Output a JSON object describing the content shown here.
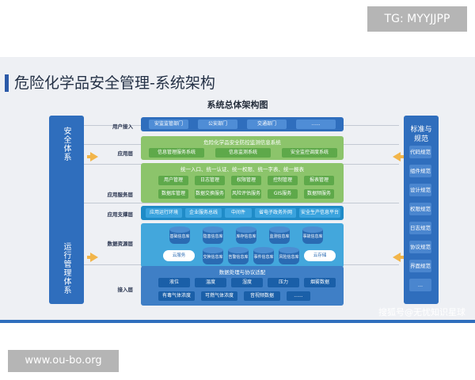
{
  "tg_badge": "TG: MYYJJPP",
  "url_badge": "www.ou-bo.org",
  "slide": {
    "title": "危险化学品安全管理-系统架构",
    "diagram_title": "系统总体架构图",
    "watermark": "搜狐号@无忧知识星球"
  },
  "left_panel": {
    "top_label": "安全体系",
    "bottom_label": "运行管理体系"
  },
  "right_panel": {
    "title": "标准与\n规范",
    "items": [
      "代码规范",
      "组件规范",
      "设计规范",
      "权限规范",
      "日志规范",
      "协议规范",
      "界面规范",
      "..."
    ]
  },
  "row_labels": {
    "user_access": "用户接入",
    "app_layer": "应用层",
    "app_service_layer": "应用服务层",
    "app_support_layer": "应用支撑层",
    "data_resource_layer": "数据资源层",
    "access_layer": "接入层"
  },
  "user_access_boxes": [
    "安监监管部门",
    "公安部门",
    "交通部门",
    "......"
  ],
  "app_layer": {
    "header": "危险化学品安全防控监测信息系统",
    "boxes": [
      "信息管理服务系统",
      "信息监测系统",
      "安全监控调度系统"
    ]
  },
  "app_service_layer": {
    "header": "统一入口、统一认证、统一权限、统一字表、统一报表",
    "row1": [
      "用户管理",
      "日志管理",
      "权限管理",
      "控制管理",
      "报表管理"
    ],
    "row2": [
      "数据库管理",
      "数据交换服务",
      "风险评估服务",
      "GIS服务",
      "数据频服务"
    ]
  },
  "app_support_layer": [
    "应用运行环境",
    "企业服务总线",
    "中间件",
    "省电子政务外网",
    "安全生产信息平台"
  ],
  "data_resource_layer": {
    "row1": [
      "基础信息库",
      "隐患信息库",
      "库存信息库",
      "监测信息库",
      "事故信息库"
    ],
    "row2": [
      "交换信息库",
      "告警信息库",
      "事件信息库",
      "风险信息库"
    ],
    "cloud_left": "云服务",
    "cloud_right": "云存储"
  },
  "access_layer": {
    "header": "数据处理与协议适配",
    "row1": [
      "液位",
      "温度",
      "湿度",
      "压力",
      "烟雾数据"
    ],
    "row2": [
      "有毒气体浓度",
      "可燃气体浓度",
      "音视频数据",
      "......"
    ]
  },
  "colors": {
    "primary_blue": "#2f6ebd",
    "green_layer": "#8cc46b",
    "green_box": "#5ea94a",
    "support_teal": "#1f8bc7",
    "resource_blue": "#43a7dc",
    "access_blue": "#3f7fc6",
    "arrow_orange": "#f2b54a"
  }
}
